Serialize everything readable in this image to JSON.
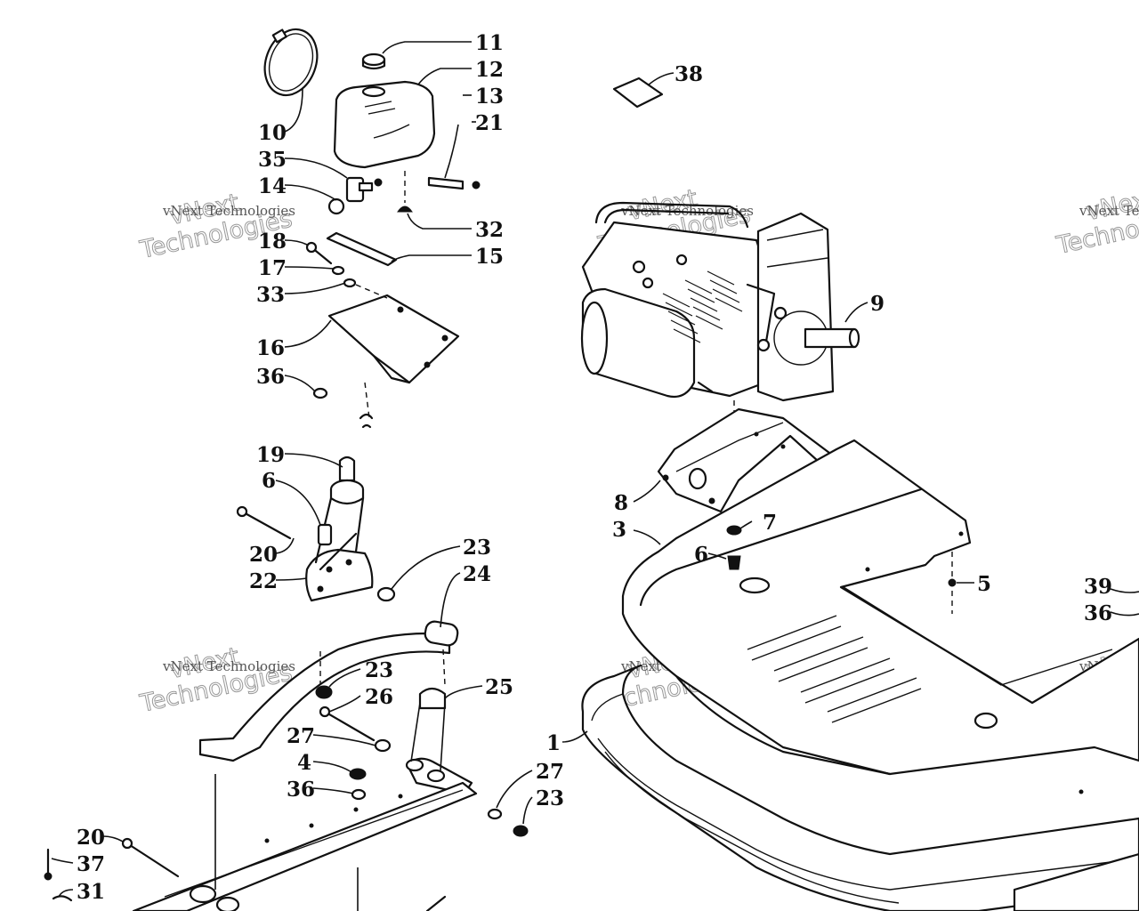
{
  "watermark": {
    "line1": "vNext",
    "line2": "Technologies",
    "small": "vNext Technologies"
  },
  "callouts": [
    {
      "id": "c11",
      "text": "11"
    },
    {
      "id": "c12",
      "text": "12"
    },
    {
      "id": "c13",
      "text": "13"
    },
    {
      "id": "c21a",
      "text": "21"
    },
    {
      "id": "c10",
      "text": "10"
    },
    {
      "id": "c35",
      "text": "35"
    },
    {
      "id": "c14",
      "text": "14"
    },
    {
      "id": "c32",
      "text": "32"
    },
    {
      "id": "c18",
      "text": "18"
    },
    {
      "id": "c15",
      "text": "15"
    },
    {
      "id": "c17",
      "text": "17"
    },
    {
      "id": "c33",
      "text": "33"
    },
    {
      "id": "c16",
      "text": "16"
    },
    {
      "id": "c36a",
      "text": "36"
    },
    {
      "id": "c19",
      "text": "19"
    },
    {
      "id": "c6a",
      "text": "6"
    },
    {
      "id": "c20a",
      "text": "20"
    },
    {
      "id": "c22",
      "text": "22"
    },
    {
      "id": "c23a",
      "text": "23"
    },
    {
      "id": "c24",
      "text": "24"
    },
    {
      "id": "c23b",
      "text": "23"
    },
    {
      "id": "c26",
      "text": "26"
    },
    {
      "id": "c25",
      "text": "25"
    },
    {
      "id": "c27a",
      "text": "27"
    },
    {
      "id": "c4",
      "text": "4"
    },
    {
      "id": "c36b",
      "text": "36"
    },
    {
      "id": "c27b",
      "text": "27"
    },
    {
      "id": "c23c",
      "text": "23"
    },
    {
      "id": "c20b",
      "text": "20"
    },
    {
      "id": "c37",
      "text": "37"
    },
    {
      "id": "c31",
      "text": "31"
    },
    {
      "id": "c38",
      "text": "38"
    },
    {
      "id": "c9",
      "text": "9"
    },
    {
      "id": "c8",
      "text": "8"
    },
    {
      "id": "c7",
      "text": "7"
    },
    {
      "id": "c3",
      "text": "3"
    },
    {
      "id": "c6b",
      "text": "6"
    },
    {
      "id": "c5",
      "text": "5"
    },
    {
      "id": "c39",
      "text": "39"
    },
    {
      "id": "c36c",
      "text": "36"
    },
    {
      "id": "c1",
      "text": "1"
    }
  ]
}
